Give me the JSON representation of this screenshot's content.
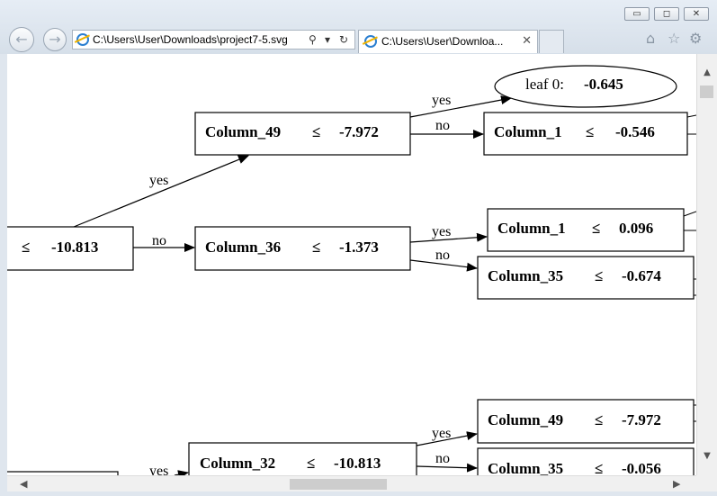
{
  "window": {
    "minimize_glyph": "▭",
    "restore_glyph": "◻",
    "close_glyph": "✕"
  },
  "nav": {
    "back_glyph": "←",
    "forward_glyph": "→"
  },
  "address_bar": {
    "url": "C:\\Users\\User\\Downloads\\project7-5.svg",
    "search_glyph": "⚲",
    "dropdown_glyph": "▾",
    "refresh_glyph": "↻"
  },
  "tab": {
    "title": "C:\\Users\\User\\Downloa...",
    "close_glyph": "✕"
  },
  "toolbar": {
    "home_glyph": "⌂",
    "favorites_glyph": "☆",
    "settings_glyph": "⚙"
  },
  "tree": {
    "leq": "≤",
    "yes": "yes",
    "no": "no",
    "nodes": [
      {
        "id": "root",
        "feature": "",
        "threshold": "-10.813"
      },
      {
        "id": "n1",
        "feature": "Column_49",
        "threshold": "-7.972"
      },
      {
        "id": "n2",
        "feature": "Column_36",
        "threshold": "-1.373"
      },
      {
        "id": "n3",
        "feature": "Column_1",
        "threshold": "-0.546"
      },
      {
        "id": "n4",
        "feature": "Column_1",
        "threshold": "0.096"
      },
      {
        "id": "n5",
        "feature": "Column_35",
        "threshold": "-0.674"
      },
      {
        "id": "n6",
        "feature": "Column_32",
        "threshold": "-10.813"
      },
      {
        "id": "n7",
        "feature": "Column_49",
        "threshold": "-7.972"
      },
      {
        "id": "n8",
        "feature": "Column_35",
        "threshold": "-0.056"
      }
    ],
    "leaf": {
      "label": "leaf 0:",
      "value": "-0.645"
    }
  },
  "scrollbars": {
    "up_glyph": "▲",
    "down_glyph": "▼",
    "left_glyph": "◀",
    "right_glyph": "▶"
  }
}
